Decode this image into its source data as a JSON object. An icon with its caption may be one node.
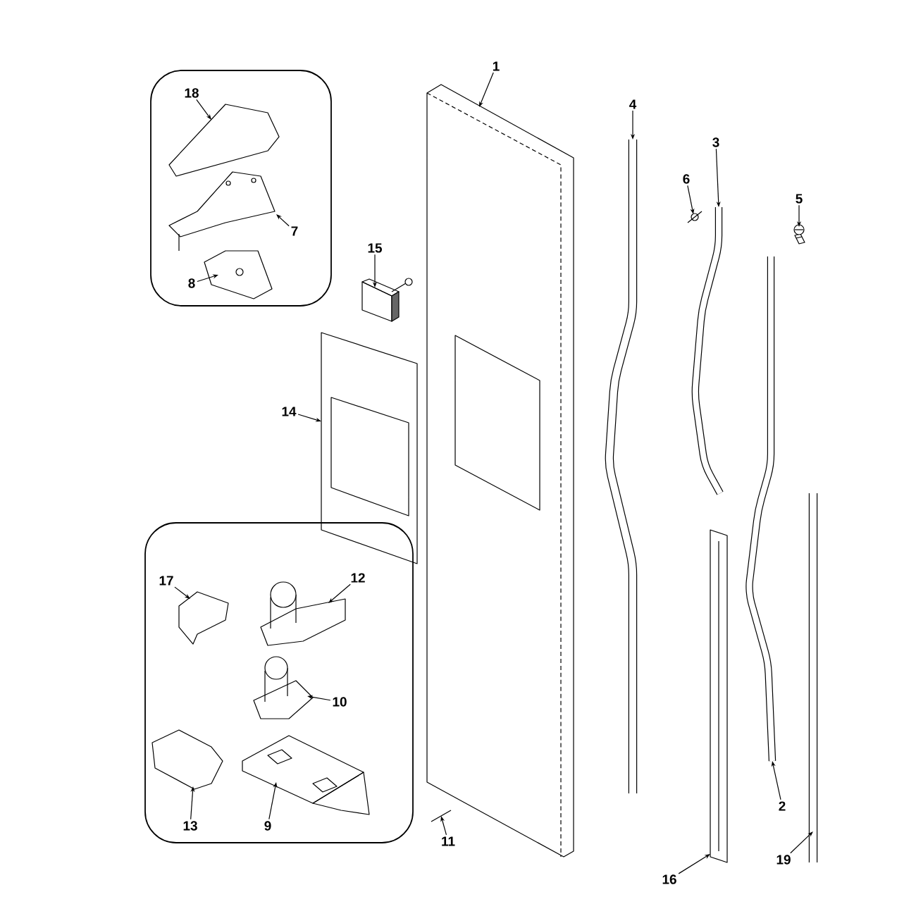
{
  "diagram": {
    "nodes": [
      {
        "text": [],
        "shape": "box"
      },
      {
        "text": [],
        "shape": "box"
      },
      {
        "text": [
          "1"
        ]
      },
      {
        "text": [
          "2"
        ]
      },
      {
        "text": [
          "3"
        ]
      },
      {
        "text": [
          "4"
        ]
      },
      {
        "text": [
          "5"
        ]
      },
      {
        "text": [
          "6"
        ]
      },
      {
        "text": [
          "7"
        ],
        "in": 0
      },
      {
        "text": [
          "8"
        ],
        "in": 0
      },
      {
        "text": [
          "9"
        ],
        "in": 1
      },
      {
        "text": [
          "10"
        ],
        "in": 1
      },
      {
        "text": [
          "11"
        ]
      },
      {
        "text": [
          "12"
        ],
        "in": 1
      },
      {
        "text": [
          "13"
        ],
        "in": 1
      },
      {
        "text": [
          "14"
        ]
      },
      {
        "text": [
          "15"
        ]
      },
      {
        "text": [
          "16"
        ]
      },
      {
        "text": [
          "17"
        ],
        "in": 1
      },
      {
        "text": [
          "18"
        ],
        "in": 0
      },
      {
        "text": [
          "19"
        ]
      },
      {
        "text": [],
        "shape": "picture"
      },
      {
        "text": [],
        "shape": "picture"
      },
      {
        "text": [],
        "shape": "picture"
      },
      {
        "text": [],
        "shape": "picture"
      },
      {
        "text": [],
        "shape": "picture"
      },
      {
        "text": [],
        "shape": "picture"
      },
      {
        "text": [],
        "shape": "picture",
        "in": 0
      },
      {
        "text": [],
        "shape": "picture",
        "in": 0
      },
      {
        "text": [],
        "shape": "picture",
        "in": 1
      },
      {
        "text": [],
        "shape": "picture",
        "in": 1
      },
      {
        "text": [],
        "shape": "picture"
      },
      {
        "text": [],
        "shape": "picture",
        "in": 1
      },
      {
        "text": [],
        "shape": "picture",
        "in": 1
      },
      {
        "text": [],
        "shape": "picture"
      },
      {
        "text": [],
        "shape": "picture"
      },
      {
        "text": [],
        "shape": "picture"
      },
      {
        "text": [],
        "shape": "picture",
        "in": 1
      },
      {
        "text": [],
        "shape": "picture",
        "in": 0
      },
      {
        "text": [],
        "shape": "picture"
      }
    ],
    "edges": [
      {
        "from": 2,
        "to": 21,
        "arrow": "to"
      },
      {
        "from": 3,
        "to": 22,
        "arrow": "to"
      },
      {
        "from": 4,
        "to": 23,
        "arrow": "to"
      },
      {
        "from": 5,
        "to": 24,
        "arrow": "to"
      },
      {
        "from": 6,
        "to": 25,
        "arrow": "to"
      },
      {
        "from": 7,
        "to": 26,
        "arrow": "to"
      },
      {
        "from": 8,
        "to": 27,
        "arrow": "to"
      },
      {
        "from": 9,
        "to": 28,
        "arrow": "to"
      },
      {
        "from": 10,
        "to": 29,
        "arrow": "to"
      },
      {
        "from": 11,
        "to": 30,
        "arrow": "to"
      },
      {
        "from": 12,
        "to": 31,
        "arrow": "to"
      },
      {
        "from": 13,
        "to": 32,
        "arrow": "to"
      },
      {
        "from": 14,
        "to": 33,
        "arrow": "to"
      },
      {
        "from": 15,
        "to": 34,
        "arrow": "to"
      },
      {
        "from": 16,
        "to": 35,
        "arrow": "to"
      },
      {
        "from": 17,
        "to": 36,
        "arrow": "to"
      },
      {
        "from": 18,
        "to": 37,
        "arrow": "to"
      },
      {
        "from": 19,
        "to": 38,
        "arrow": "to"
      },
      {
        "from": 20,
        "to": 39,
        "arrow": "to"
      }
    ]
  }
}
